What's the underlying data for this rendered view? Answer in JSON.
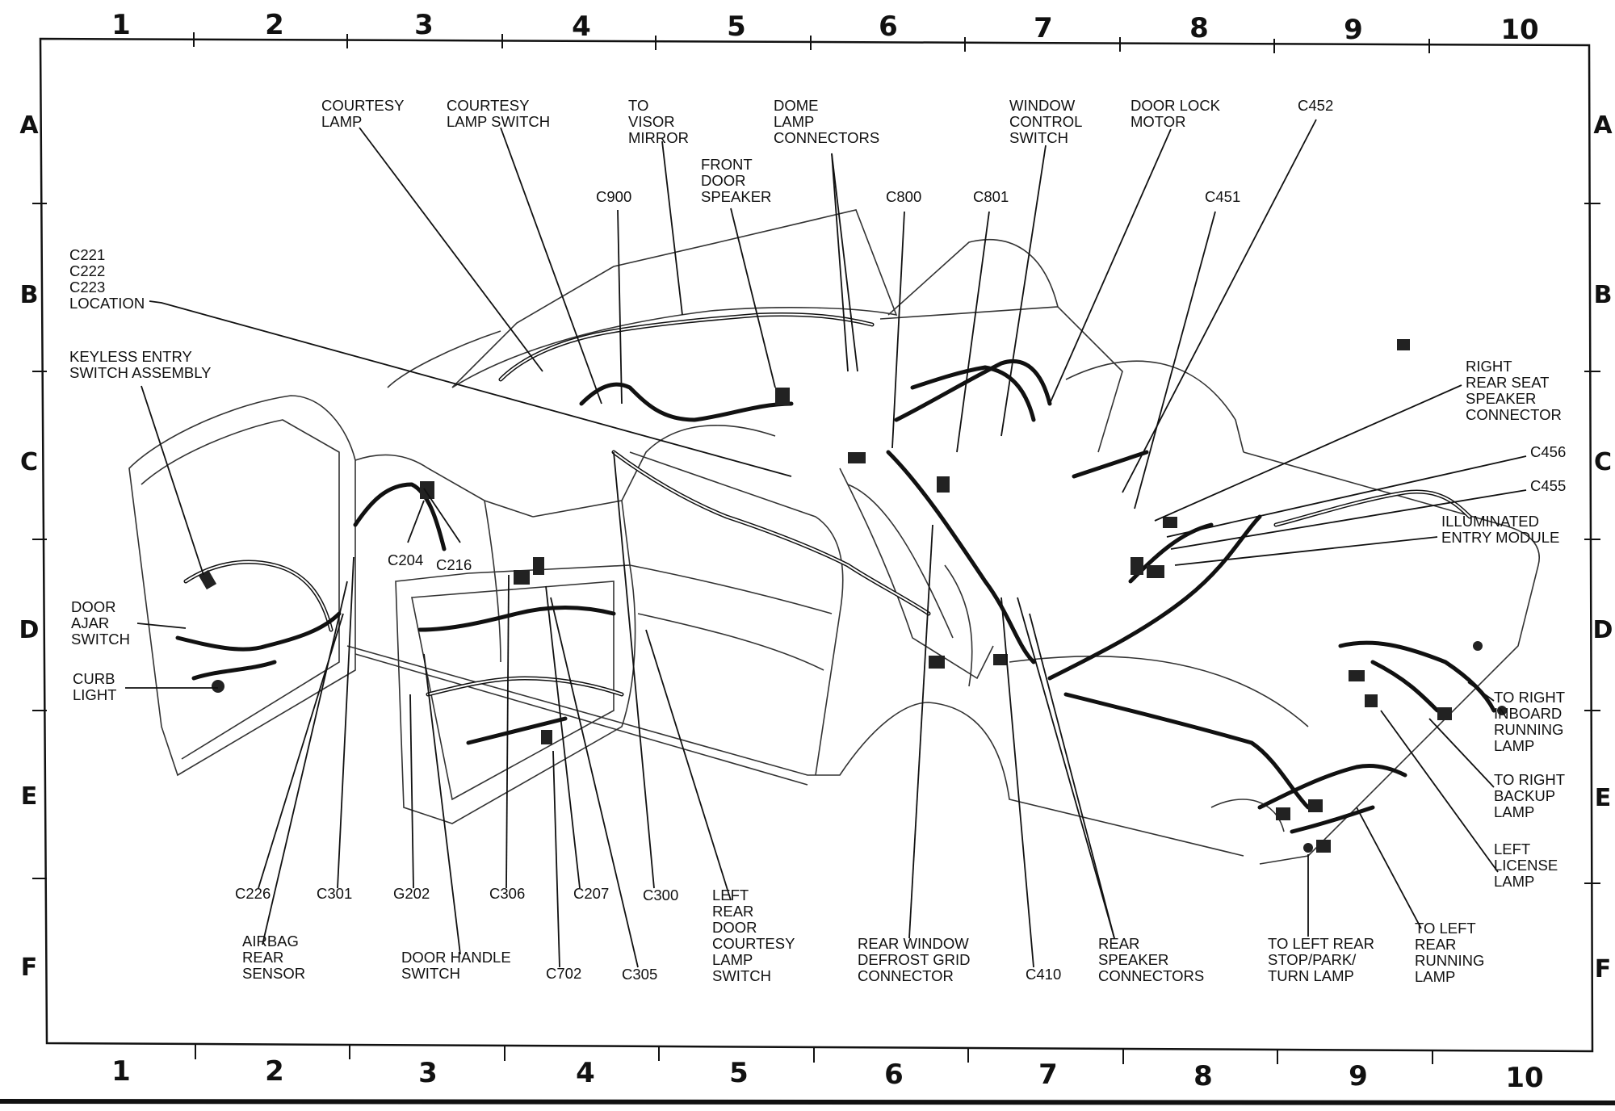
{
  "columns": [
    "1",
    "2",
    "3",
    "4",
    "5",
    "6",
    "7",
    "8",
    "9",
    "10"
  ],
  "rows": [
    "A",
    "B",
    "C",
    "D",
    "E",
    "F"
  ],
  "callouts": [
    {
      "id": "courtesy-lamp",
      "lines": [
        "COURTESY",
        "LAMP"
      ]
    },
    {
      "id": "courtesy-lamp-switch",
      "lines": [
        "COURTESY",
        "LAMP SWITCH"
      ]
    },
    {
      "id": "to-visor-mirror",
      "lines": [
        "TO",
        "VISOR",
        "MIRROR"
      ]
    },
    {
      "id": "dome-lamp-connectors",
      "lines": [
        "DOME",
        "LAMP",
        "CONNECTORS"
      ]
    },
    {
      "id": "window-control-switch",
      "lines": [
        "WINDOW",
        "CONTROL",
        "SWITCH"
      ]
    },
    {
      "id": "door-lock-motor",
      "lines": [
        "DOOR LOCK",
        "MOTOR"
      ]
    },
    {
      "id": "c452",
      "lines": [
        "C452"
      ]
    },
    {
      "id": "front-door-speaker",
      "lines": [
        "FRONT",
        "DOOR",
        "SPEAKER"
      ]
    },
    {
      "id": "c900",
      "lines": [
        "C900"
      ]
    },
    {
      "id": "c800",
      "lines": [
        "C800"
      ]
    },
    {
      "id": "c801",
      "lines": [
        "C801"
      ]
    },
    {
      "id": "c451",
      "lines": [
        "C451"
      ]
    },
    {
      "id": "c221-location",
      "lines": [
        "C221",
        "C222",
        "C223",
        "LOCATION"
      ]
    },
    {
      "id": "keyless-entry",
      "lines": [
        "KEYLESS ENTRY",
        "SWITCH ASSEMBLY"
      ]
    },
    {
      "id": "right-rear-seat-speaker",
      "lines": [
        "RIGHT",
        "REAR SEAT",
        "SPEAKER",
        "CONNECTOR"
      ]
    },
    {
      "id": "c456",
      "lines": [
        "C456"
      ]
    },
    {
      "id": "c455",
      "lines": [
        "C455"
      ]
    },
    {
      "id": "illuminated-entry",
      "lines": [
        "ILLUMINATED",
        "ENTRY MODULE"
      ]
    },
    {
      "id": "c204",
      "lines": [
        "C204"
      ]
    },
    {
      "id": "c216",
      "lines": [
        "C216"
      ]
    },
    {
      "id": "door-ajar-switch",
      "lines": [
        "DOOR",
        "AJAR",
        "SWITCH"
      ]
    },
    {
      "id": "curb-light",
      "lines": [
        "CURB",
        "LIGHT"
      ]
    },
    {
      "id": "to-right-inboard",
      "lines": [
        "TO RIGHT",
        "INBOARD",
        "RUNNING",
        "LAMP"
      ]
    },
    {
      "id": "to-right-backup",
      "lines": [
        "TO RIGHT",
        "BACKUP",
        "LAMP"
      ]
    },
    {
      "id": "left-license",
      "lines": [
        "LEFT",
        "LICENSE",
        "LAMP"
      ]
    },
    {
      "id": "c226",
      "lines": [
        "C226"
      ]
    },
    {
      "id": "c301",
      "lines": [
        "C301"
      ]
    },
    {
      "id": "g202",
      "lines": [
        "G202"
      ]
    },
    {
      "id": "c306",
      "lines": [
        "C306"
      ]
    },
    {
      "id": "c207",
      "lines": [
        "C207"
      ]
    },
    {
      "id": "c300",
      "lines": [
        "C300"
      ]
    },
    {
      "id": "left-rear-door-courtesy",
      "lines": [
        "LEFT",
        "REAR",
        "DOOR",
        "COURTESY",
        "LAMP",
        "SWITCH"
      ]
    },
    {
      "id": "airbag-rear-sensor",
      "lines": [
        "AIRBAG",
        "REAR",
        "SENSOR"
      ]
    },
    {
      "id": "door-handle-switch",
      "lines": [
        "DOOR HANDLE",
        "SWITCH"
      ]
    },
    {
      "id": "c702",
      "lines": [
        "C702"
      ]
    },
    {
      "id": "c305",
      "lines": [
        "C305"
      ]
    },
    {
      "id": "rear-window-defrost",
      "lines": [
        "REAR WINDOW",
        "DEFROST GRID",
        "CONNECTOR"
      ]
    },
    {
      "id": "c410",
      "lines": [
        "C410"
      ]
    },
    {
      "id": "rear-speaker-connectors",
      "lines": [
        "REAR",
        "SPEAKER",
        "CONNECTORS"
      ]
    },
    {
      "id": "to-left-rear-stop",
      "lines": [
        "TO LEFT REAR",
        "STOP/PARK/",
        "TURN LAMP"
      ]
    },
    {
      "id": "to-left-rear-running",
      "lines": [
        "TO LEFT",
        "REAR",
        "RUNNING",
        "LAMP"
      ]
    }
  ]
}
